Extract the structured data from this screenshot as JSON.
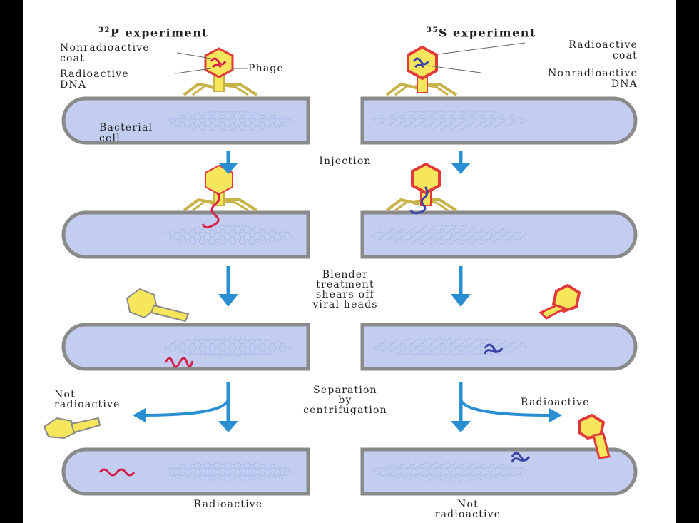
{
  "headers": {
    "left_isotope": "32",
    "left_text": "P experiment",
    "right_isotope": "35",
    "right_text": "S experiment"
  },
  "labels": {
    "left_coat_line1": "Nonradioactive",
    "left_coat_line2": "coat",
    "left_dna_line1": "Radioactive",
    "left_dna_line2": "DNA",
    "phage": "Phage",
    "right_coat_line1": "Radioactive",
    "right_coat_line2": "coat",
    "right_dna_line1": "Nonradioactive",
    "right_dna_line2": "DNA",
    "bacterial_line1": "Bacterial",
    "bacterial_line2": "cell"
  },
  "steps": {
    "injection": "Injection",
    "blender_line1": "Blender",
    "blender_line2": "treatment",
    "blender_line3": "shears off",
    "blender_line4": "viral heads",
    "separation_line1": "Separation",
    "separation_line2": "by",
    "separation_line3": "centrifugation"
  },
  "outcomes": {
    "left_supernatant_line1": "Not",
    "left_supernatant_line2": "radioactive",
    "right_supernatant": "Radioactive",
    "left_pellet": "Radioactive",
    "right_pellet_line1": "Not",
    "right_pellet_line2": "radioactive"
  },
  "colors": {
    "background": "#000000",
    "panel": "#ffffff",
    "cell_fill": "#c2cdf0",
    "cell_wall": "#8a8a8a",
    "phage_body": "#f5e65c",
    "radioactive_red": "#e03a3a",
    "radioactive_dna": "#d6204a",
    "nonradioactive_dna": "#3a43a8",
    "arrow_blue": "#2a8fd2"
  }
}
